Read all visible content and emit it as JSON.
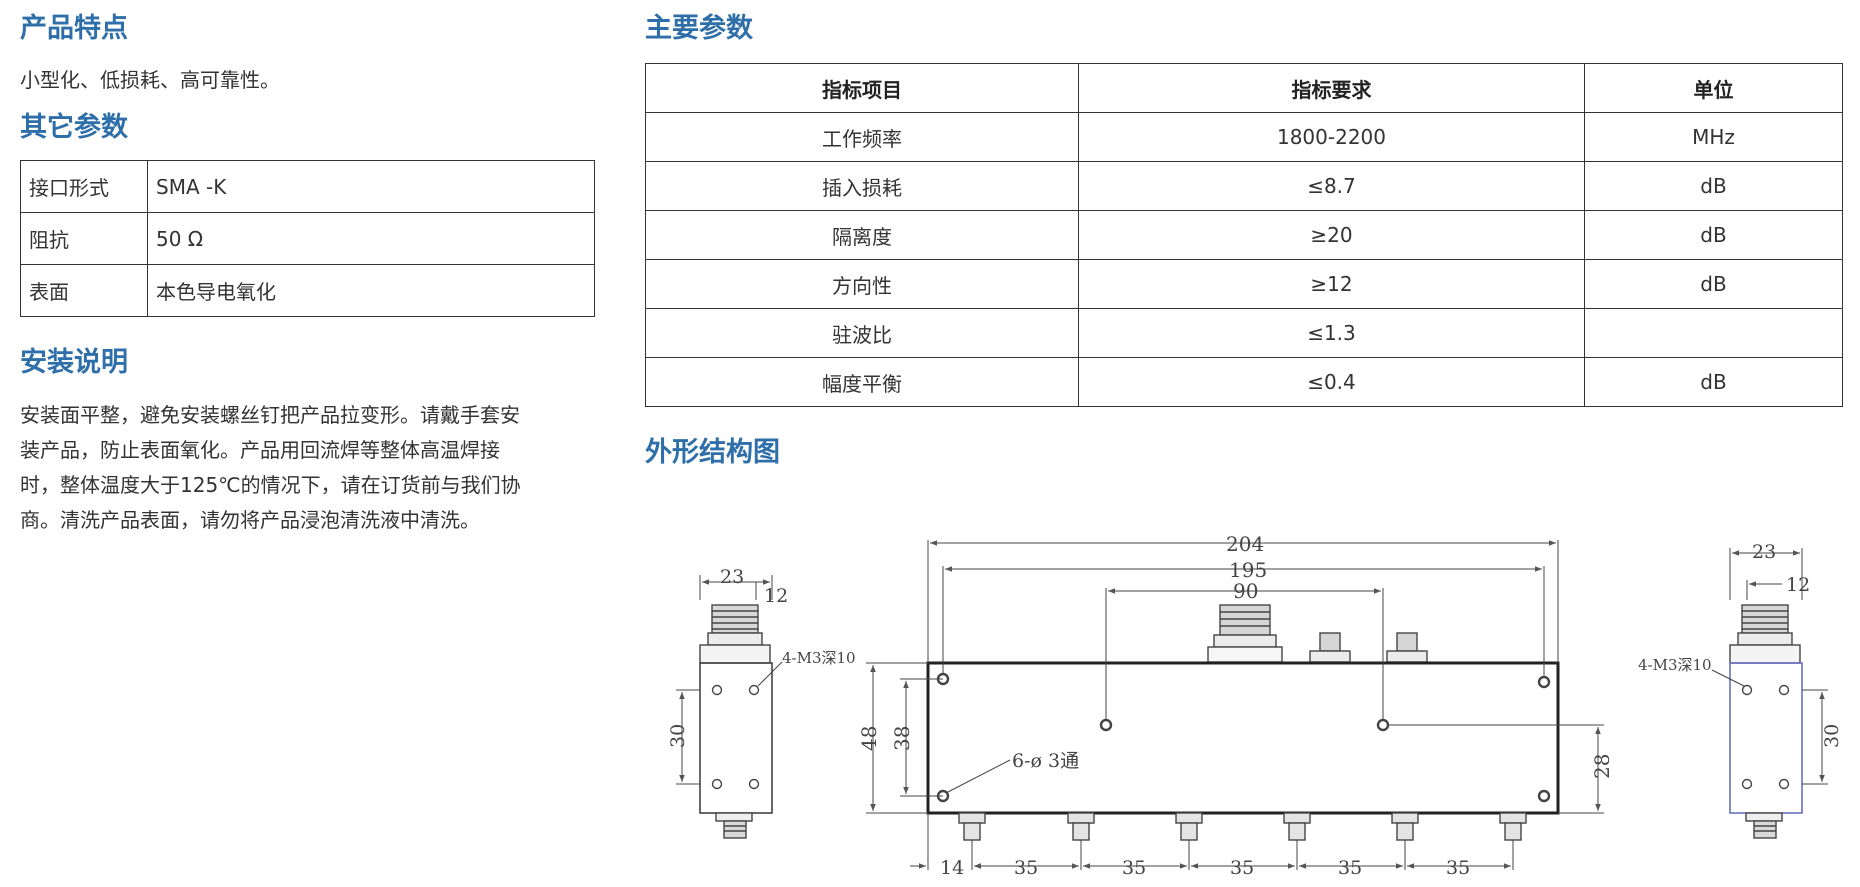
{
  "features": {
    "heading": "产品特点",
    "text": "小型化、低损耗、高可靠性。"
  },
  "other_params": {
    "heading": "其它参数",
    "rows": [
      {
        "label": "接口形式",
        "value": "SMA -K"
      },
      {
        "label": "阻抗",
        "value": "50 Ω"
      },
      {
        "label": "表面",
        "value": "本色导电氧化"
      }
    ]
  },
  "install": {
    "heading": "安装说明",
    "lines": [
      "安装面平整，避免安装螺丝钉把产品拉变形。请戴手套安",
      "装产品，防止表面氧化。产品用回流焊等整体高温焊接",
      "时，整体温度大于125℃的情况下，请在订货前与我们协",
      "商。清洗产品表面，请勿将产品浸泡清洗液中清洗。"
    ]
  },
  "main_params": {
    "heading": "主要参数",
    "columns": [
      "指标项目",
      "指标要求",
      "单位"
    ],
    "rows": [
      [
        "工作频率",
        "1800-2200",
        "MHz"
      ],
      [
        "插入损耗",
        "≤8.7",
        "dB"
      ],
      [
        "隔离度",
        "≥20",
        "dB"
      ],
      [
        "方向性",
        "≥12",
        "dB"
      ],
      [
        "驻波比",
        "≤1.3",
        ""
      ],
      [
        "幅度平衡",
        "≤0.4",
        "dB"
      ]
    ]
  },
  "outline": {
    "heading": "外形结构图",
    "left_view": {
      "width_dim": "23",
      "offset_dim": "12",
      "thread_note": "4-M3深10",
      "hole_spacing": "30"
    },
    "front_view": {
      "overall_length": "204",
      "hole_span": "195",
      "connector_span": "90",
      "height": "48",
      "hole_height": "38",
      "port_height": "28",
      "through_holes": "6-ø 3通",
      "first_port_offset": "14",
      "port_pitches": [
        "35",
        "35",
        "35",
        "35",
        "35"
      ]
    },
    "right_view": {
      "width_dim": "23",
      "offset_dim": "12",
      "thread_note": "4-M3深10",
      "hole_spacing": "30"
    }
  }
}
